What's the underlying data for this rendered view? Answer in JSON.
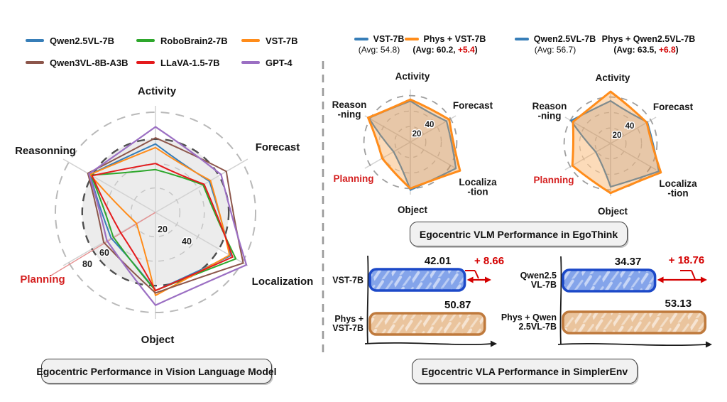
{
  "left_panel": {
    "legend": [
      {
        "label": "Qwen2.5VL-7B",
        "color": "#377eb8"
      },
      {
        "label": "RoboBrain2-7B",
        "color": "#2ea72c"
      },
      {
        "label": "VST-7B",
        "color": "#ff8c1a"
      },
      {
        "label": "Qwen3VL-8B-A3B",
        "color": "#8c564b"
      },
      {
        "label": "LLaVA-1.5-7B",
        "color": "#e41a1c"
      },
      {
        "label": "GPT-4",
        "color": "#9b6fc3"
      }
    ],
    "caption": "Egocentric Performance in Vision Language Model"
  },
  "right_panel": {
    "legend_egothink": [
      {
        "name": "VST-7B",
        "color": "#377eb8",
        "avg_prefix": "(Avg: 54.8)",
        "delta": "",
        "suffix": ""
      },
      {
        "name": "Phys + VST-7B",
        "color": "#ff8c1a",
        "avg_prefix": "(Avg: 60.2, ",
        "delta": "+5.4",
        "suffix": ")"
      },
      {
        "name": "Qwen2.5VL-7B",
        "color": "#377eb8",
        "avg_prefix": "(Avg: 56.7)",
        "delta": "",
        "suffix": ""
      },
      {
        "name": "Phys + Qwen2.5VL-7B",
        "color": "#ff8c1a",
        "avg_prefix": "(Avg: 63.5, ",
        "delta": "+6.8",
        "suffix": ")"
      }
    ],
    "caption_egothink": "Egocentric VLM Performance in EgoThink",
    "caption_simplerenv": "Egocentric VLA Performance in SimplerEnv"
  },
  "chart_data": [
    {
      "id": "vlm_radar",
      "type": "radar",
      "title": "Egocentric Performance in Vision Language Model",
      "categories": [
        "Activity",
        "Forecast",
        "Localization",
        "Object",
        "Planning",
        "Reasonning"
      ],
      "category_display": [
        [
          "Activity"
        ],
        [
          "Forecast"
        ],
        [
          "Localization"
        ],
        [
          "Object"
        ],
        [
          "Planning"
        ],
        [
          "Reasonning"
        ]
      ],
      "planning_axis_index": 4,
      "rmax": 100,
      "ticks": [
        20,
        40,
        60,
        80
      ],
      "grid": "dashed-circles",
      "series": [
        {
          "name": "Qwen2.5VL-7B",
          "color": "#377eb8",
          "values": [
            56,
            51,
            71,
            64,
            42,
            62
          ]
        },
        {
          "name": "RoboBrain2-7B",
          "color": "#2ea72c",
          "values": [
            35,
            45,
            76,
            64,
            40,
            61
          ]
        },
        {
          "name": "VST-7B",
          "color": "#ff8c1a",
          "values": [
            53,
            52,
            70,
            68,
            18,
            62
          ]
        },
        {
          "name": "Qwen3VL-8B-A3B",
          "color": "#8c564b",
          "values": [
            61,
            67,
            83,
            66,
            49,
            64
          ]
        },
        {
          "name": "LLaVA-1.5-7B",
          "color": "#e41a1c",
          "values": [
            40,
            46,
            73,
            64,
            33,
            60
          ]
        },
        {
          "name": "GPT-4",
          "color": "#9b6fc3",
          "values": [
            70,
            62,
            86,
            76,
            46,
            63
          ]
        }
      ]
    },
    {
      "id": "ego_vst",
      "type": "radar",
      "title": "Egocentric VLM Performance in EgoThink (VST)",
      "categories": [
        "Activity",
        "Forecast",
        "Localization",
        "Object",
        "Planning",
        "Reasonning"
      ],
      "category_display": [
        [
          "Activity"
        ],
        [
          "Forecast"
        ],
        [
          "Localiza",
          "-tion"
        ],
        [
          "Object"
        ],
        [
          "Planning"
        ],
        [
          "Reason",
          "-ning"
        ]
      ],
      "planning_axis_index": 4,
      "rmax": 70,
      "ticks": [
        20,
        40
      ],
      "grid": "dashed-circles",
      "series": [
        {
          "name": "VST-7B",
          "color": "#377eb8",
          "fill": "rgba(100,110,130,0.22)",
          "values": [
            53,
            54,
            68,
            62,
            25,
            62
          ]
        },
        {
          "name": "Phys + VST-7B",
          "color": "#ff8c1a",
          "fill": "rgba(248,160,70,0.38)",
          "values": [
            55,
            58,
            74,
            60,
            42,
            63
          ]
        }
      ]
    },
    {
      "id": "ego_qwen",
      "type": "radar",
      "title": "Egocentric VLM Performance in EgoThink (Qwen2.5VL)",
      "categories": [
        "Activity",
        "Forecast",
        "Localization",
        "Object",
        "Planning",
        "Reasonning"
      ],
      "category_display": [
        [
          "Activity"
        ],
        [
          "Forecast"
        ],
        [
          "Localiza",
          "-tion"
        ],
        [
          "Object"
        ],
        [
          "Planning"
        ],
        [
          "Reason",
          "-ning"
        ]
      ],
      "planning_axis_index": 4,
      "rmax": 70,
      "ticks": [
        20,
        40
      ],
      "grid": "dashed-circles",
      "series": [
        {
          "name": "Qwen2.5VL-7B",
          "color": "#377eb8",
          "fill": "rgba(100,110,130,0.22)",
          "values": [
            55,
            55,
            72,
            56,
            22,
            59
          ]
        },
        {
          "name": "Phys + Qwen2.5VL-7B",
          "color": "#ff8c1a",
          "fill": "rgba(248,160,70,0.38)",
          "values": [
            67,
            54,
            75,
            64,
            57,
            56
          ]
        }
      ]
    },
    {
      "id": "simplerenv_vst",
      "type": "bar",
      "title": "Egocentric VLA Performance in SimplerEnv (VST)",
      "orientation": "horizontal",
      "bars": [
        {
          "label_lines": [
            "VST-7B"
          ],
          "value": 42.01,
          "display": "42.01",
          "fill": "#84a4ea",
          "border": "#1c49c8"
        },
        {
          "label_lines": [
            "Phys +",
            "VST-7B"
          ],
          "value": 50.87,
          "display": "50.87",
          "fill": "#eac49d",
          "border": "#bf7a3d"
        }
      ],
      "delta": "+ 8.66",
      "delta_color": "#d40000"
    },
    {
      "id": "simplerenv_qwen",
      "type": "bar",
      "title": "Egocentric VLA Performance in SimplerEnv (Qwen2.5VL)",
      "orientation": "horizontal",
      "bars": [
        {
          "label_lines": [
            "Qwen2.5",
            "VL-7B"
          ],
          "value": 34.37,
          "display": "34.37",
          "fill": "#84a4ea",
          "border": "#1c49c8"
        },
        {
          "label_lines": [
            "Phys + Qwen",
            "2.5VL-7B"
          ],
          "value": 53.13,
          "display": "53.13",
          "fill": "#eac49d",
          "border": "#bf7a3d"
        }
      ],
      "delta": "+ 18.76",
      "delta_color": "#d40000"
    }
  ]
}
